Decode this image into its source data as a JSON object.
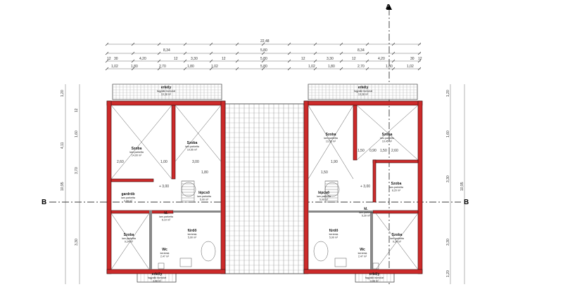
{
  "axis_labels": {
    "a": "A",
    "b_left": "B",
    "b_right": "B"
  },
  "dims_top": {
    "overall": "22,48",
    "row2": [
      "8,34",
      "5,80",
      "8,34"
    ],
    "row3": [
      "12",
      "30",
      "4,20",
      "12",
      "3,30",
      "12",
      "5,80",
      "12",
      "3,30",
      "12",
      "4,20",
      "30",
      "12"
    ],
    "row4": [
      "1,02",
      "1,80",
      "2,70",
      "1,80",
      "1,02",
      "5,80",
      "1,02",
      "1,80",
      "2,70",
      "1,80",
      "1,02"
    ]
  },
  "dims_left": [
    "1,20",
    "4,11",
    "3,70",
    "1,60",
    "3,30",
    "10,95",
    "12"
  ],
  "dims_right": [
    "1,20",
    "1,60",
    "3,30",
    "10,95",
    "3,30",
    "1,20"
  ],
  "rooms": [
    {
      "id": "L-terasz",
      "name": "erkély",
      "sub1": "fagyálló burkolat",
      "sub2": "10,38 m²"
    },
    {
      "id": "L-szoba1",
      "name": "Szoba",
      "sub1": "lam.parketta",
      "sub2": "14,00 m²"
    },
    {
      "id": "L-szoba2",
      "name": "Szoba",
      "sub1": "lam.parketta",
      "sub2": "10,55 m²"
    },
    {
      "id": "L-gardrob",
      "name": "gardrób",
      "sub1": "lam.parketta",
      "sub2": "3,44 m²"
    },
    {
      "id": "L-lepcso",
      "name": "lépcső",
      "sub1": "lam.parketta",
      "sub2": "5,00 m²"
    },
    {
      "id": "L-kozl",
      "name": "kl.",
      "sub1": "lam.parketta",
      "sub2": "6,10 m²"
    },
    {
      "id": "L-szoba3",
      "name": "Szoba",
      "sub1": "lam.parketta",
      "sub2": "9,24 m²"
    },
    {
      "id": "L-furdo",
      "name": "fürdő",
      "sub1": "kerámia",
      "sub2": "5,90 m²"
    },
    {
      "id": "L-wc",
      "name": "Wc",
      "sub1": "kerámia",
      "sub2": "2,47 m²"
    },
    {
      "id": "L-erkely2",
      "name": "erkély",
      "sub1": "fagyálló burkolat",
      "sub2": "3,98 m²"
    },
    {
      "id": "R-terasz",
      "name": "erkély",
      "sub1": "fagyálló burkolat",
      "sub2": "10,38 m²"
    },
    {
      "id": "R-szoba1",
      "name": "Szoba",
      "sub1": "lam.parketta",
      "sub2": "13,53 m²"
    },
    {
      "id": "R-szoba2",
      "name": "Szoba",
      "sub1": "lam.parketta",
      "sub2": "10,45 m²"
    },
    {
      "id": "R-szoba4",
      "name": "Szoba",
      "sub1": "lam.parketta",
      "sub2": "8,20 m²"
    },
    {
      "id": "R-lepcso",
      "name": "lépcső",
      "sub1": "lam.parketta",
      "sub2": "5,00 m²"
    },
    {
      "id": "R-kozl",
      "name": "kl.",
      "sub1": "lam.parketta",
      "sub2": "5,30 m²"
    },
    {
      "id": "R-furdo",
      "name": "fürdő",
      "sub1": "kerámia",
      "sub2": "5,90 m²"
    },
    {
      "id": "R-wc",
      "name": "Wc",
      "sub1": "kerámia",
      "sub2": "2,47 m²"
    },
    {
      "id": "R-szoba3",
      "name": "Szoba",
      "sub1": "lam.parketta",
      "sub2": "9,24 m²"
    },
    {
      "id": "R-erkely2",
      "name": "erkély",
      "sub1": "fagyálló burkolat",
      "sub2": "3,98 m²"
    }
  ],
  "inner_dims": [
    "3,00",
    "1,00",
    "2,60",
    "1,80",
    "1,90",
    "1,50",
    "0,90",
    "1,50",
    "2,60",
    "1,50"
  ],
  "level_marks": [
    "+ 3,00",
    "+ 3,00"
  ],
  "colors": {
    "wall": "#cc2a2a",
    "line": "#444444",
    "axis": "#000000"
  }
}
